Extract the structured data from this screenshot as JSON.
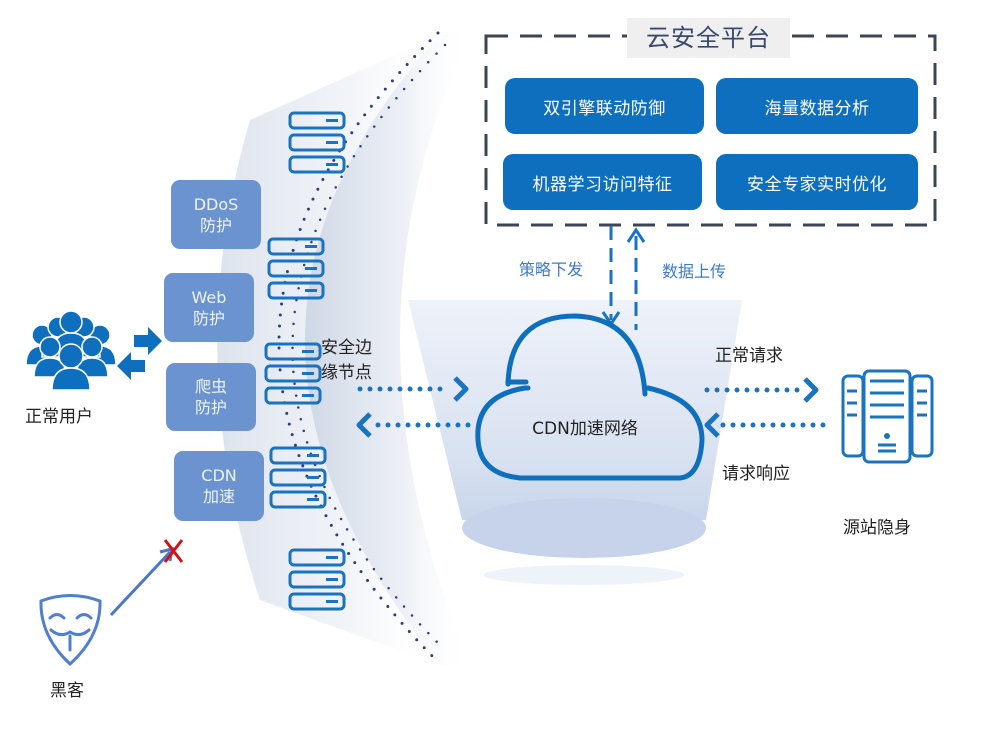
{
  "platform": {
    "title": "云安全平台",
    "features": [
      "双引擎联动防御",
      "海量数据分析",
      "机器学习访问特征",
      "安全专家实时优化"
    ]
  },
  "flows": {
    "down_label": "策略下发",
    "up_label": "数据上传",
    "normal_request": "正常请求",
    "request_response": "请求响应"
  },
  "protections": [
    {
      "line1": "DDoS",
      "line2": "防护"
    },
    {
      "line1": "Web",
      "line2": "防护"
    },
    {
      "line1": "爬虫",
      "line2": "防护"
    },
    {
      "line1": "CDN",
      "line2": "加速"
    }
  ],
  "edge_nodes": {
    "line1": "安全边",
    "line2": "缘节点"
  },
  "cdn": {
    "label": "CDN加速网络"
  },
  "users": {
    "label": "正常用户"
  },
  "hacker": {
    "label": "黑客"
  },
  "origin": {
    "label": "源站隐身"
  },
  "colors": {
    "primary": "#0e6fbf",
    "protect": "#6b93cf",
    "blocked": "#d0121b",
    "dash": "#3c4555"
  }
}
